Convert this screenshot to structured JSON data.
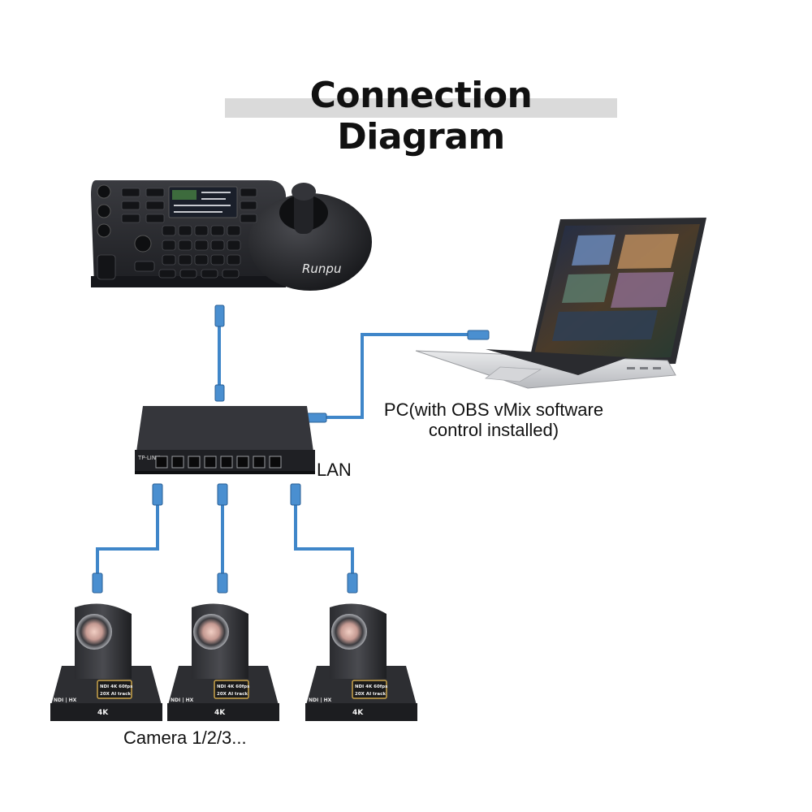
{
  "title": "Connection Diagram",
  "devices": {
    "controller": {
      "brand": "Runpu"
    },
    "switch": {
      "brand": "TP-LINK"
    },
    "pc": {
      "label": "PC(with OBS vMix software control installed)",
      "label_lines": [
        "PC(with OBS vMix software",
        "control installed)"
      ]
    },
    "lan": {
      "label": "LAN"
    },
    "cameras": {
      "label": "Camera 1/2/3...",
      "units": [
        {
          "badge_line1": "NDI 4K 60fps",
          "badge_line2": "20X AI track",
          "base_text": "4K",
          "logo": "NDI | HX"
        },
        {
          "badge_line1": "NDI 4K 60fps",
          "badge_line2": "20X AI track",
          "base_text": "4K",
          "logo": "NDI | HX"
        },
        {
          "badge_line1": "NDI 4K 60fps",
          "badge_line2": "20X AI track",
          "base_text": "4K",
          "logo": "NDI | HX"
        }
      ]
    }
  },
  "colors": {
    "cable": "#3f86c9",
    "device_dark": "#26272b",
    "badge_gold": "#c9a34a",
    "title_bar": "#dadada"
  }
}
